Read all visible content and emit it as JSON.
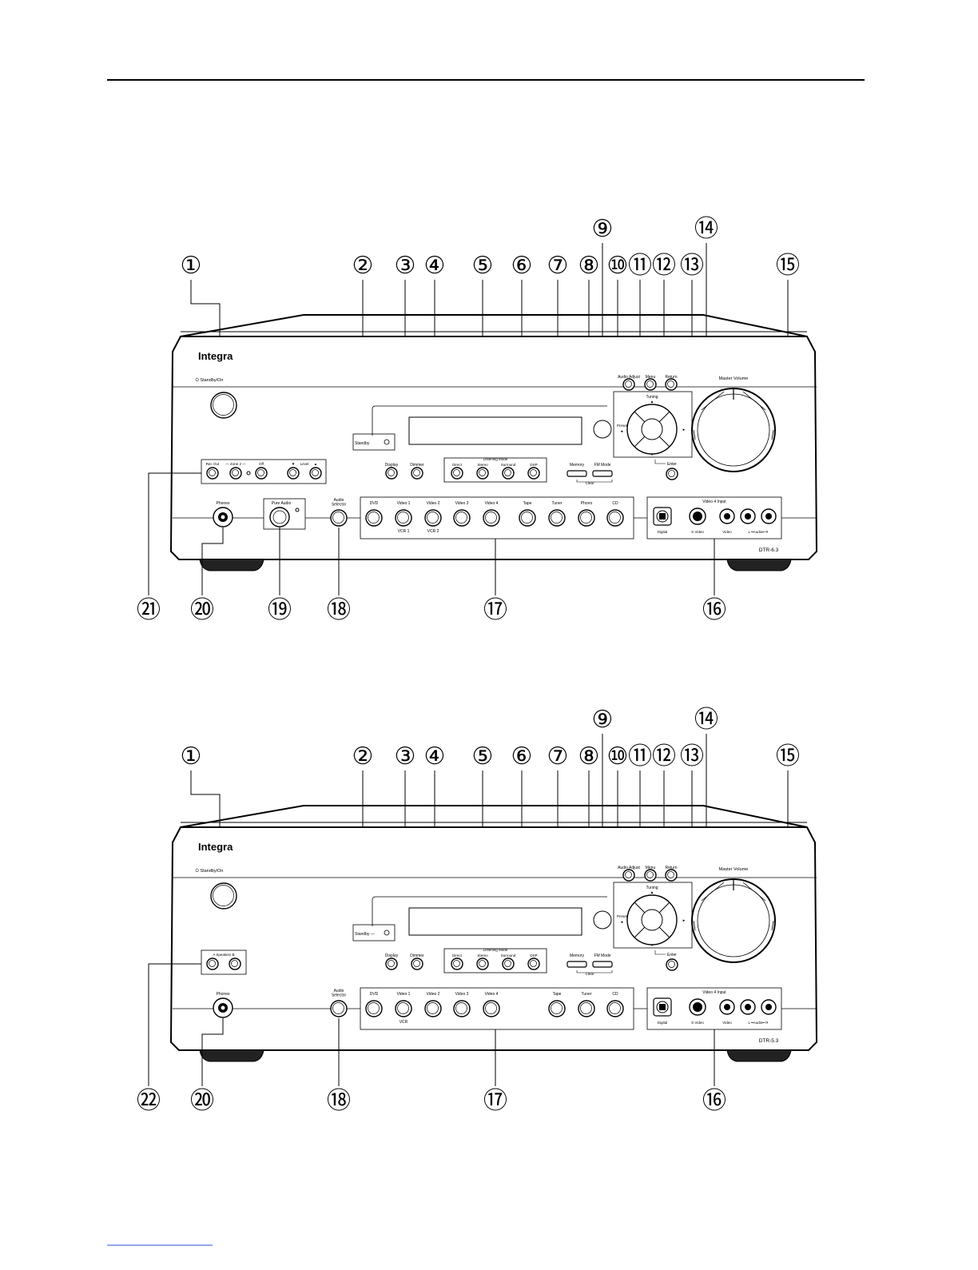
{
  "page": {
    "top_rule": true,
    "bottom_rule": true
  },
  "callout_labels": {
    "c1": "①",
    "c2": "②",
    "c3": "③",
    "c4": "④",
    "c5": "⑤",
    "c6": "⑥",
    "c7": "⑦",
    "c8": "⑧",
    "c9": "⑨",
    "c10": "⑩",
    "c11": "⑪",
    "c12": "⑫",
    "c13": "⑬",
    "c14": "⑭",
    "c15": "⑮",
    "c16": "⑯",
    "c17": "⑰",
    "c18": "⑱",
    "c19": "⑲",
    "c20": "⑳",
    "c21": "㉑",
    "c22": "㉒"
  },
  "top_unit": {
    "brand": "Integra",
    "standby_on": "⏻ Standby/On",
    "standby_indicator": "Standby",
    "zone2": {
      "rec_out": "Rec Out",
      "zone": "— Zone 2 —",
      "off": "Off",
      "down": "▼",
      "level": "Level",
      "up": "▲"
    },
    "display": "Display",
    "dimmer": "Dimmer",
    "listening_mode": {
      "title": "Listening Mode",
      "buttons": [
        "Direct",
        "Stereo",
        "Surround",
        "DSP"
      ]
    },
    "memory": "Memory",
    "fm_mode": "FM Mode",
    "clear": "Clear",
    "audio_adjust": "Audio Adjust",
    "menu": "Menu",
    "return": "Return",
    "tuning": "Tuning",
    "preset": "Preset",
    "up_arrow": "▲",
    "down_arrow": "▼",
    "left_arrow": "◄",
    "right_arrow": "►",
    "enter": "Enter",
    "master_volume": "Master Volume",
    "phones": "Phones",
    "pure_audio": "Pure Audio",
    "audio_selector": "Audio\nSelector",
    "inputs": [
      "DVD",
      "Video 1",
      "Video 2",
      "Video 3",
      "Video 4",
      "Tape",
      "Tuner",
      "Phono",
      "CD"
    ],
    "input_sublabels": [
      "",
      "VCR 1",
      "VCR 2",
      "",
      "",
      "",
      "",
      "",
      ""
    ],
    "video4": {
      "title": "Video 4 Input",
      "digital": "Digital",
      "s_video": "S Video",
      "video": "Video",
      "audio": "L ━Audio━ R"
    },
    "model": "DTR-6.3"
  },
  "bottom_unit": {
    "brand": "Integra",
    "standby_on": "⏻ Standby/On",
    "standby_indicator": "Standby —",
    "speakers": "A  Speakers  B",
    "display": "Display",
    "dimmer": "Dimmer",
    "listening_mode": {
      "title": "Listening Mode",
      "buttons": [
        "Direct",
        "Stereo",
        "Surround",
        "DSP"
      ]
    },
    "memory": "Memory",
    "fm_mode": "FM Mode",
    "clear": "Clear",
    "audio_adjust": "Audio Adjust",
    "menu": "Menu",
    "return": "Return",
    "tuning": "Tuning",
    "preset": "Preset",
    "up_arrow": "▲",
    "down_arrow": "▼",
    "left_arrow": "◄",
    "right_arrow": "►",
    "enter": "Enter",
    "master_volume": "Master Volume",
    "phones": "Phones",
    "audio_selector": "Audio\nSelector",
    "inputs": [
      "DVD",
      "Video 1",
      "Video 2",
      "Video 3",
      "Video 4",
      "Tape",
      "Tuner",
      "CD"
    ],
    "input_sublabels": [
      "",
      "VCR",
      "",
      "",
      "",
      "",
      "",
      ""
    ],
    "video4": {
      "title": "Video 4 Input",
      "digital": "Digital",
      "s_video": "S Video",
      "video": "Video",
      "audio": "L ━Audio━ R"
    },
    "model": "DTR-5.3"
  }
}
